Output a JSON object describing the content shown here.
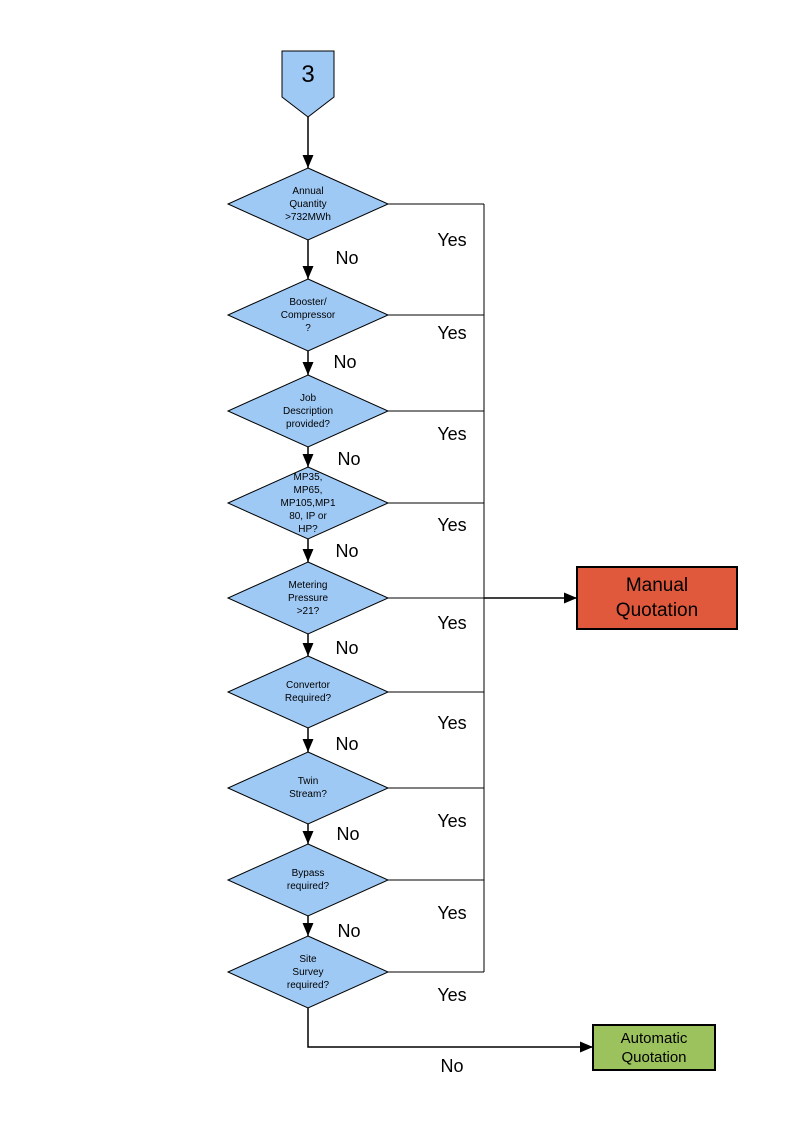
{
  "flow": {
    "yes_label": "Yes",
    "no_label": "No"
  },
  "colors": {
    "node_fill": "#9FC9F5",
    "manual_fill": "#E0593C",
    "automatic_fill": "#9CC25E",
    "line": "#000000"
  },
  "connector": {
    "label": "3"
  },
  "decisions": [
    {
      "id": "annual-quantity",
      "label": "Annual\nQuantity\n>732MWh"
    },
    {
      "id": "booster-compressor",
      "label": "Booster/\nCompressor\n?"
    },
    {
      "id": "job-description",
      "label": "Job\nDescription\nprovided?"
    },
    {
      "id": "meter-models",
      "label": "MP35,\nMP65,\nMP105,MP1\n80, IP or\nHP?"
    },
    {
      "id": "metering-pressure",
      "label": "Metering\nPressure\n>21?"
    },
    {
      "id": "convertor",
      "label": "Convertor\nRequired?"
    },
    {
      "id": "twin-stream",
      "label": "Twin\nStream?"
    },
    {
      "id": "bypass",
      "label": "Bypass\nrequired?"
    },
    {
      "id": "site-survey",
      "label": "Site\nSurvey\nrequired?"
    }
  ],
  "outcomes": {
    "manual": {
      "label": "Manual\nQuotation"
    },
    "automatic": {
      "label": "Automatic\nQuotation"
    }
  }
}
